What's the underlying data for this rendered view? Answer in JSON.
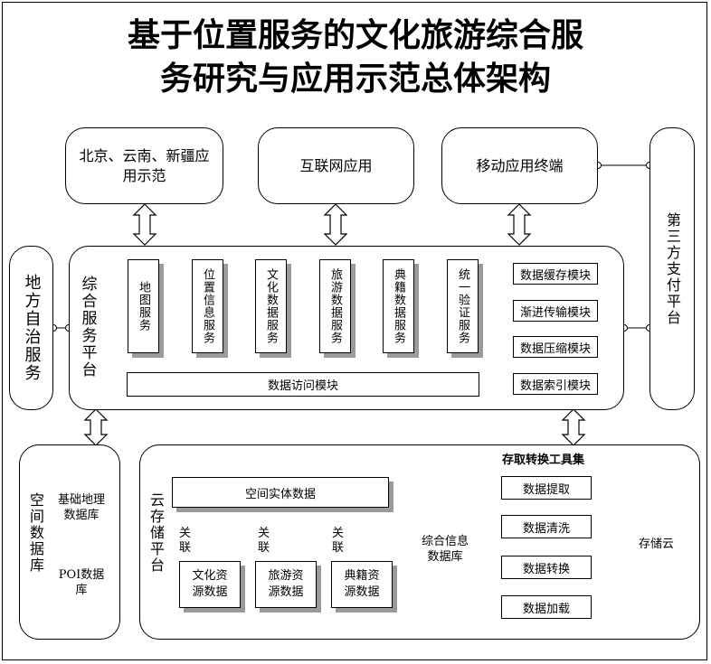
{
  "title": {
    "line1": "基于位置服务的文化旅游综合服",
    "line2": "务研究与应用示范总体架构"
  },
  "apps": {
    "demo": "北京、云南、新疆应用示范",
    "internet": "互联网应用",
    "mobile": "移动应用终端"
  },
  "third_party": "第三方支付平台",
  "local_service": "地方自治服务",
  "integrated_platform": {
    "label": "综合服务平台",
    "services": [
      "地图服务",
      "位置信息服务",
      "文化数据服务",
      "旅游数据服务",
      "典籍数据服务",
      "统一验证服务"
    ],
    "modules": [
      "数据缓存模块",
      "渐进传输模块",
      "数据压缩模块",
      "数据索引模块"
    ],
    "data_access": "数据访问模块"
  },
  "spatial_db": {
    "label": "空间数据库",
    "items": [
      "基础地理数据库",
      "POI数据库"
    ]
  },
  "cloud": {
    "label": "云存储平台",
    "entity": "空间实体数据",
    "relation": "关联",
    "resources": [
      "文化资源数据",
      "旅游资源数据",
      "典籍资源数据"
    ],
    "integrated_db": "综合信息数据库",
    "toolset_title": "存取转换工具集",
    "tools": [
      "数据提取",
      "数据清洗",
      "数据转换",
      "数据加载"
    ],
    "storage_cloud": "存储云"
  }
}
